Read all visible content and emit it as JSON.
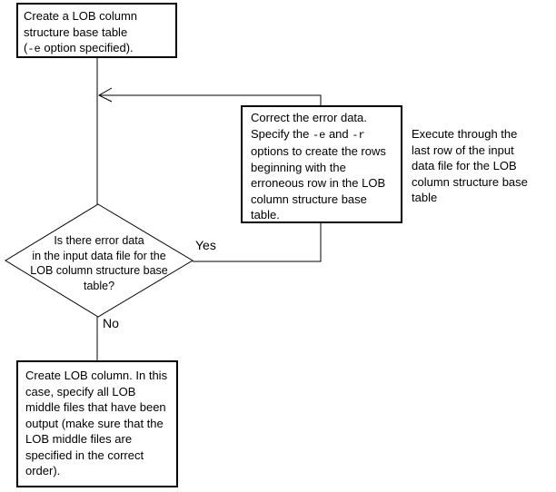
{
  "diagram": {
    "type": "flowchart",
    "colors": {
      "line": "#000000",
      "background": "#ffffff",
      "text": "#000000"
    },
    "top_box": {
      "lines": [
        "Create a LOB column",
        "structure base table"
      ],
      "line3": {
        "pre": "(",
        "mono": "-e",
        "post": " option specified)."
      }
    },
    "correct_box": {
      "line1": "Correct the error data.",
      "line2": {
        "pre": "Specify the ",
        "mono1": "-e",
        "mid": " and ",
        "mono2": "-r"
      },
      "lines_rest": [
        "options to create the rows",
        "beginning with the",
        "erroneous row in the LOB",
        "column structure base",
        "table."
      ]
    },
    "side_note": {
      "lines": [
        "Execute through the",
        "last row of the input",
        "data file for the LOB",
        "column structure base",
        "table"
      ]
    },
    "decision": {
      "lines": [
        "Is there error data",
        "in the input data file for the",
        "LOB column structure base",
        "table?"
      ]
    },
    "labels": {
      "yes": "Yes",
      "no": "No"
    },
    "bottom_box": {
      "lines": [
        "Create LOB column. In this",
        "case, specify all LOB",
        "middle files that have been",
        "output (make sure that the",
        "LOB middle files are",
        "specified in the correct",
        "order)."
      ]
    }
  }
}
